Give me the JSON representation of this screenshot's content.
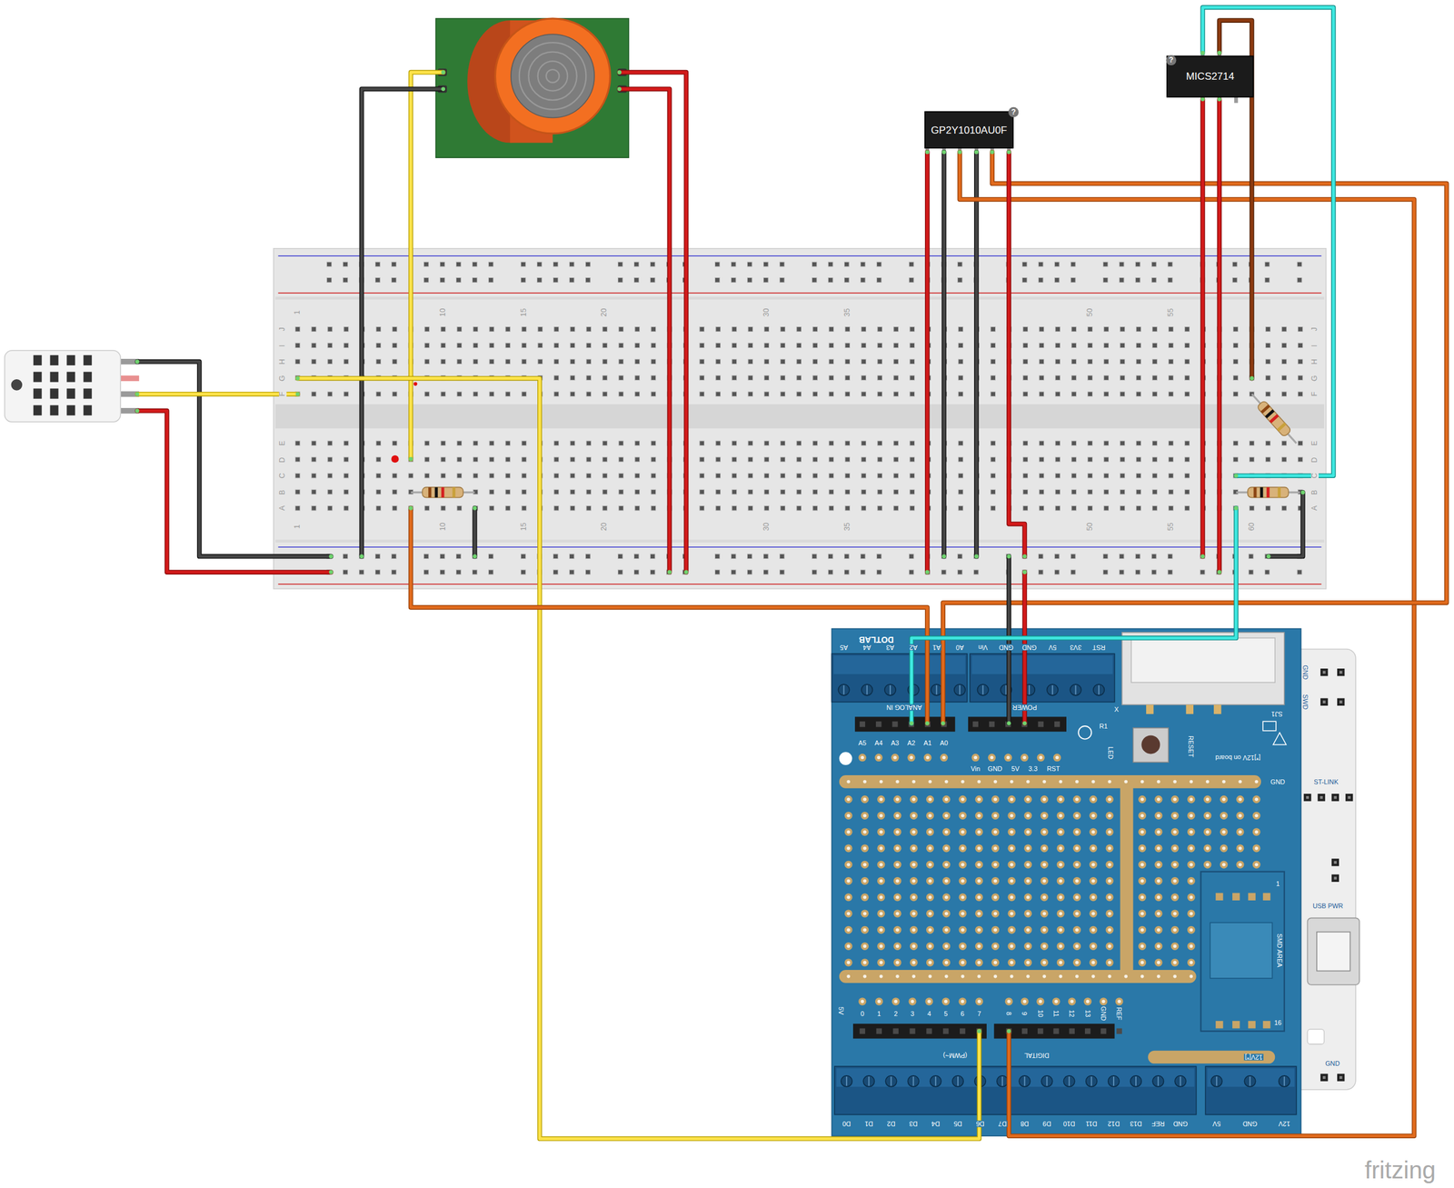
{
  "diagram": {
    "nodes": [
      {
        "text": [
          "GP2Y1010AU0F"
        ]
      },
      {
        "text": [
          "MICS2714"
        ]
      }
    ],
    "labels": [
      "1",
      "10",
      "15",
      "20",
      "30",
      "35",
      "50",
      "55",
      "1",
      "10",
      "15",
      "20",
      "30",
      "35",
      "50",
      "55",
      "60",
      "J",
      "I",
      "H",
      "G",
      "F",
      "E",
      "D",
      "C",
      "B",
      "A",
      "J",
      "I",
      "H",
      "G",
      "F",
      "E",
      "D",
      "C",
      "B",
      "A",
      "DOTLAB",
      "A5",
      "A4",
      "A3",
      "A2",
      "A1",
      "A0",
      "Vin",
      "GND",
      "GND",
      "5V",
      "3V3",
      "RST",
      "ANALOG IN",
      "POWER",
      "A5",
      "A4",
      "A3",
      "A2",
      "A1",
      "A0",
      "Vin",
      "GND",
      "5V",
      "3.3",
      "RST",
      "R1",
      "X",
      "LED",
      "RESET",
      "[*]12V on board",
      "SJ1",
      "GND",
      "5V",
      "0",
      "1",
      "2",
      "3",
      "4",
      "5",
      "6",
      "7",
      "8",
      "9",
      "10",
      "11",
      "12",
      "13",
      "GND",
      "REF",
      "(PWM~)",
      "DIGITAL",
      "D0",
      "D1",
      "D2",
      "D3",
      "D4",
      "D5",
      "D6",
      "D7",
      "D8",
      "D9",
      "D10",
      "D11",
      "D12",
      "D13",
      "REF",
      "GND",
      "5V",
      "GND",
      "12V",
      "12V[*]",
      "SMD AREA",
      "1",
      "16",
      "GND",
      "SWD",
      "ST-LINK",
      "USB PWR",
      "GND",
      "?",
      "?",
      "fritzing"
    ]
  }
}
